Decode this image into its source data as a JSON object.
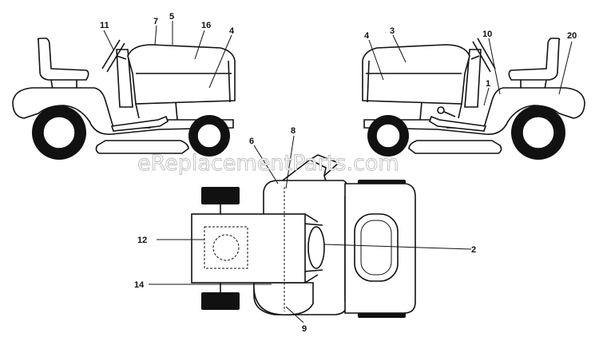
{
  "watermark": "eReplacementParts.com",
  "callouts": {
    "c1": "1",
    "c2": "2",
    "c3": "3",
    "c4a": "4",
    "c4b": "4",
    "c5": "5",
    "c6": "6",
    "c7": "7",
    "c8": "8",
    "c9": "9",
    "c10": "10",
    "c11": "11",
    "c12": "12",
    "c14": "14",
    "c16": "16",
    "c20": "20"
  }
}
